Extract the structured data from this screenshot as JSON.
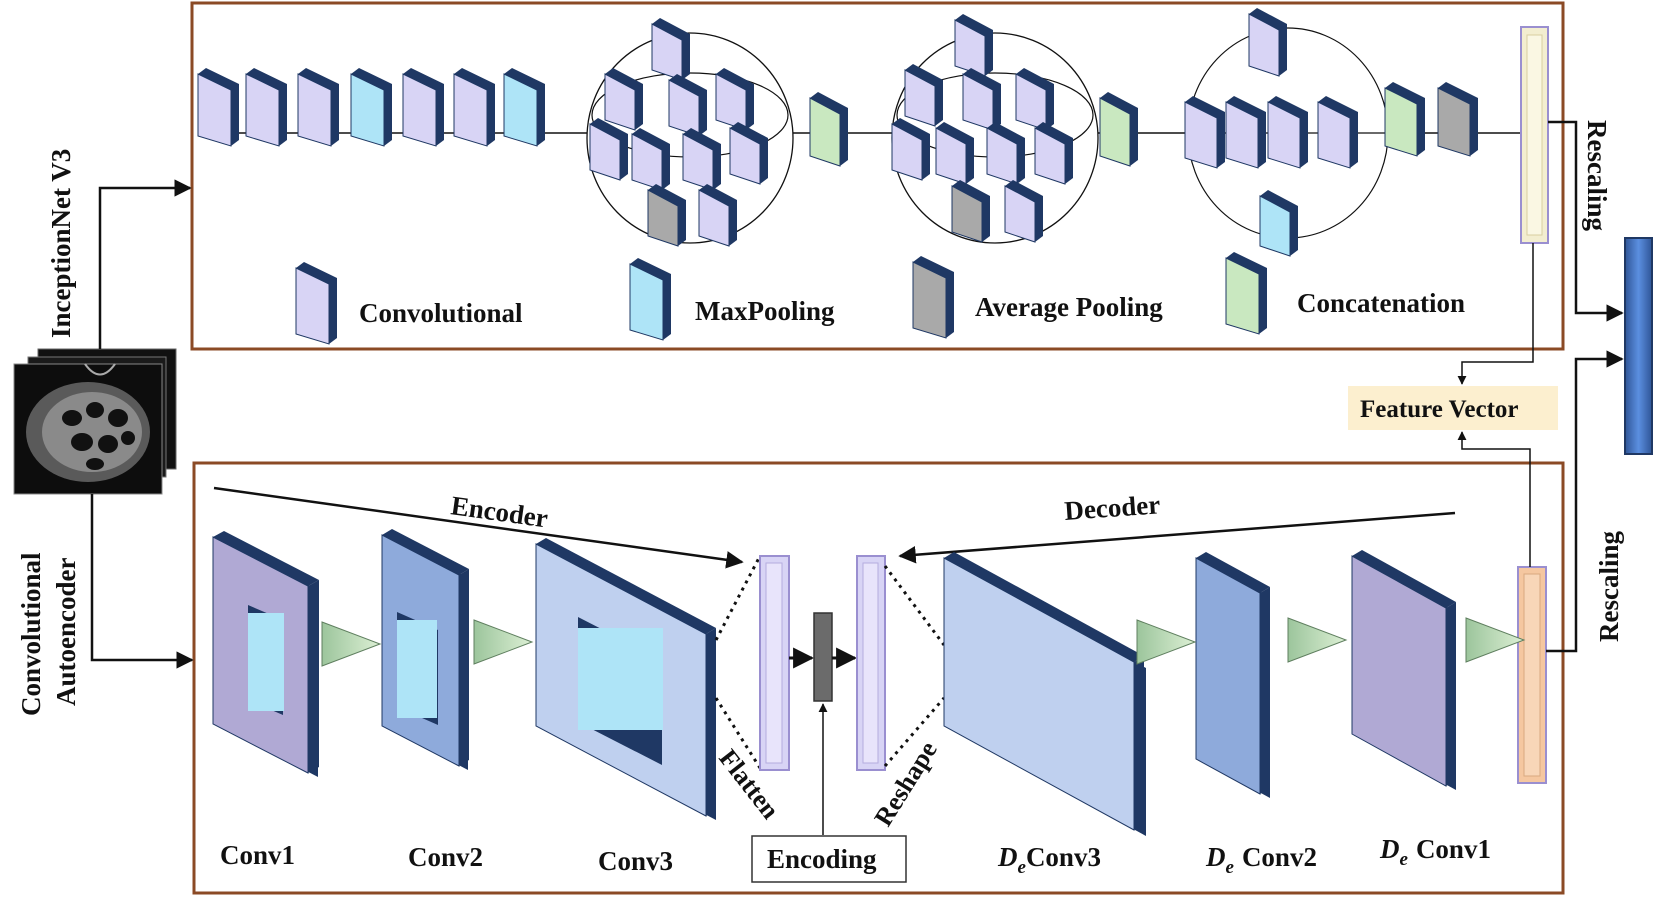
{
  "sections": {
    "inception_label": "InceptionNet V3",
    "autoencoder_label": [
      "Convolutional",
      "Autoencoder"
    ]
  },
  "legend": [
    {
      "label": "Convolutional",
      "color": "#d8d4f5"
    },
    {
      "label": "MaxPooling",
      "color": "#aee4f7"
    },
    {
      "label": "Average Pooling",
      "color": "#a9a9a9"
    },
    {
      "label": "Concatenation",
      "color": "#c9e8c0"
    }
  ],
  "labels": {
    "rescaling_top": "Rescaling",
    "rescaling_bottom": "Rescaling",
    "feature_vector": "Feature Vector",
    "encoder": "Encoder",
    "decoder": "Decoder",
    "flatten": "Flatten",
    "reshape": "Reshape",
    "encoding": "Encoding"
  },
  "encoder_layers": [
    "Conv1",
    "Conv2",
    "Conv3"
  ],
  "decoder_layers": [
    {
      "prefix": "D",
      "sub": "e",
      "name": "Conv3"
    },
    {
      "prefix": "D",
      "sub": "e",
      "name": "Conv2"
    },
    {
      "prefix": "D",
      "sub": "e",
      "name": "Conv1"
    }
  ],
  "colors": {
    "frame": "#8b4a25",
    "conv": "#d8d4f5",
    "maxpool": "#aee4f7",
    "avgpool": "#a9a9a9",
    "concat": "#c9e8c0",
    "dark_edge": "#1f3864",
    "output_bar": "#4472c4",
    "top_bar": "#f3eed0",
    "bottom_bar": "#f5c7a0",
    "feature_bg": "#fcefcf"
  }
}
